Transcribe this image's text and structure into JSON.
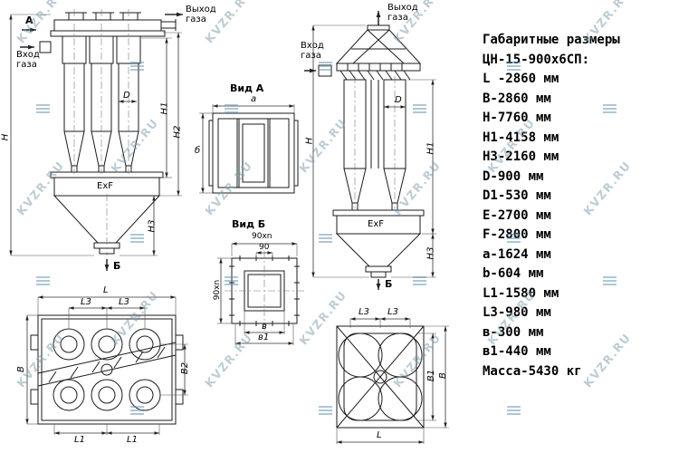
{
  "watermark": {
    "text": "KVZR.RU"
  },
  "views": {
    "front": {
      "view_label_a": "А",
      "gas_out": "Выход газа",
      "gas_in": "Вход газа",
      "dim_h": "H",
      "dim_h1": "H1",
      "dim_h2": "H2",
      "dim_h3": "H3",
      "dim_d": "D",
      "bin_label": "ExF",
      "outlet_label": "Б"
    },
    "view_a": {
      "title": "Вид А",
      "dim_a": "а",
      "dim_b": "б"
    },
    "view_b": {
      "title": "Вид Б",
      "dim_90xn": "90хn",
      "dim_90": "90",
      "dim_v": "в",
      "dim_v1": "в1"
    },
    "side": {
      "gas_out": "Выход газа",
      "gas_in": "Вход газа",
      "dim_h": "H",
      "dim_h1": "H1",
      "dim_h3": "H3",
      "dim_d": "D",
      "bin_label": "ExF",
      "outlet_label": "Б"
    },
    "plan_front": {
      "dim_l": "L",
      "dim_l3": "L3",
      "dim_b": "B",
      "dim_b2": "B2",
      "dim_l1": "L1"
    },
    "plan_side": {
      "dim_l3": "L3",
      "dim_b1": "B1",
      "dim_b": "B",
      "dim_l": "L"
    }
  },
  "specs": {
    "title_line1": "Габаритные размеры",
    "title_line2": "ЦН-15-900х6СП:",
    "lines": [
      "L -2860 мм",
      "B-2860 мм",
      "H-7760 мм",
      "H1-4158 мм",
      "H3-2160 мм",
      "D-900 мм",
      "D1-530 мм",
      "E-2700 мм",
      "F-2800 мм",
      "a-1624 мм",
      "b-604 мм",
      "L1-1580 мм",
      "L3-980 мм",
      "в-300 мм",
      "в1-440 мм",
      "Масса-5430 кг"
    ]
  }
}
